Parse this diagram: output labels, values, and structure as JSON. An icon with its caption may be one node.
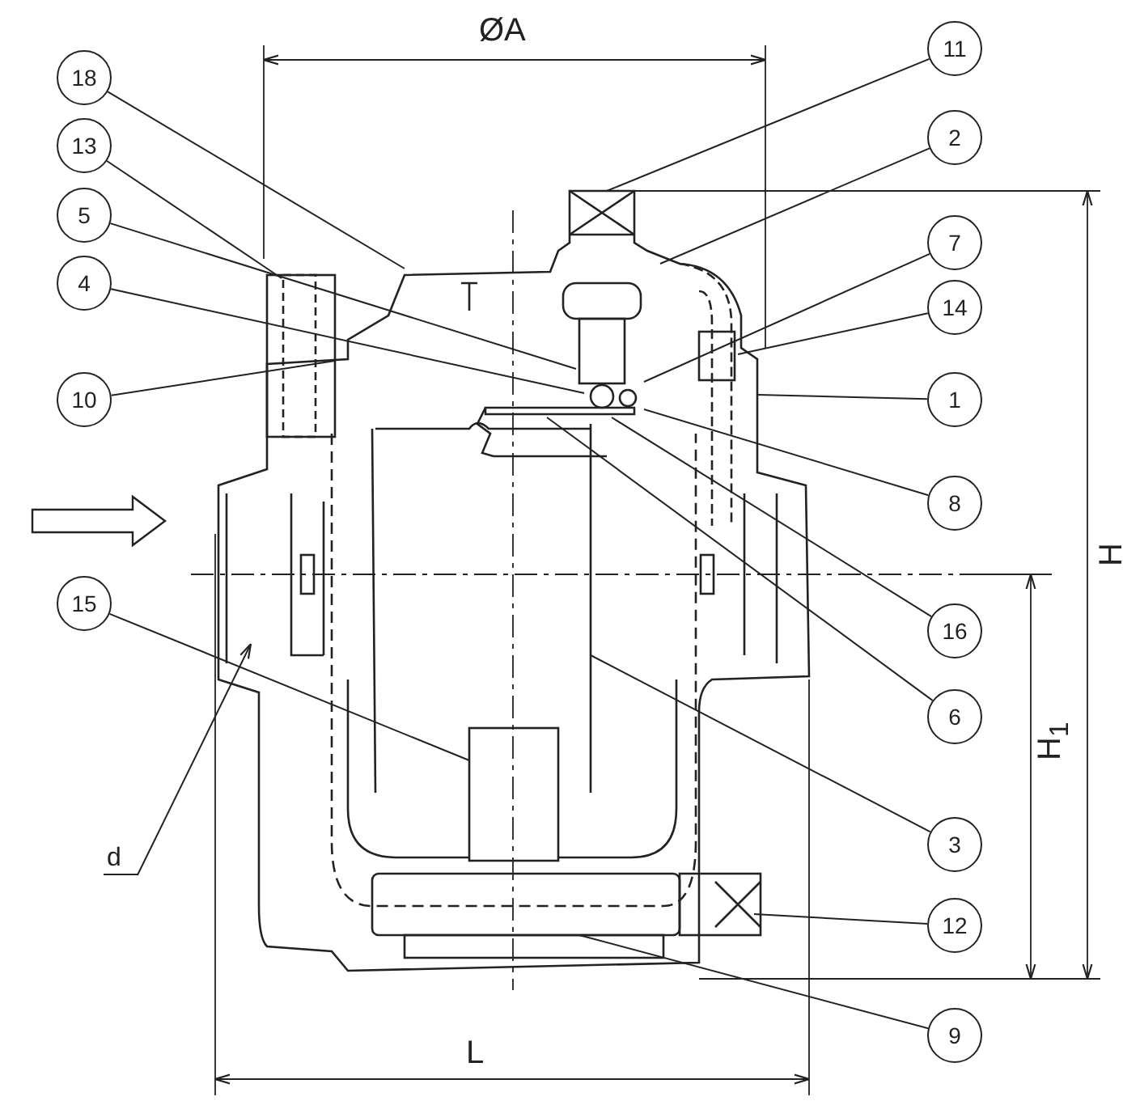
{
  "diagram": {
    "nodes": [
      {
        "text": [
          "11"
        ]
      },
      {
        "text": [
          "18"
        ]
      },
      {
        "text": [
          "2"
        ]
      },
      {
        "text": [
          "13"
        ]
      },
      {
        "text": [
          "5"
        ]
      },
      {
        "text": [
          "7"
        ]
      },
      {
        "text": [
          "4"
        ]
      },
      {
        "text": [
          "14"
        ]
      },
      {
        "text": [
          "10"
        ]
      },
      {
        "text": [
          "1"
        ]
      },
      {
        "text": [
          "8"
        ]
      },
      {
        "text": [
          "15"
        ]
      },
      {
        "text": [
          "16"
        ]
      },
      {
        "text": [
          "6"
        ]
      },
      {
        "text": [
          "3"
        ]
      },
      {
        "text": [
          "d"
        ]
      },
      {
        "text": [
          "12"
        ]
      },
      {
        "text": [
          "9"
        ]
      }
    ],
    "edges": [
      {
        "from": 0,
        "to": null,
        "arrow": "none"
      },
      {
        "from": 1,
        "to": null,
        "arrow": "none"
      },
      {
        "from": 2,
        "to": null,
        "arrow": "none"
      },
      {
        "from": 3,
        "to": null,
        "arrow": "none"
      },
      {
        "from": 4,
        "to": null,
        "arrow": "none"
      },
      {
        "from": 5,
        "to": null,
        "arrow": "none"
      },
      {
        "from": 6,
        "to": null,
        "arrow": "none"
      },
      {
        "from": 7,
        "to": null,
        "arrow": "none"
      },
      {
        "from": 8,
        "to": null,
        "arrow": "none"
      },
      {
        "from": 9,
        "to": null,
        "arrow": "none"
      },
      {
        "from": 10,
        "to": null,
        "arrow": "none"
      },
      {
        "from": 11,
        "to": null,
        "arrow": "none"
      },
      {
        "from": 12,
        "to": null,
        "arrow": "none"
      },
      {
        "from": 13,
        "to": null,
        "arrow": "none"
      },
      {
        "from": 14,
        "to": null,
        "arrow": "none"
      },
      {
        "from": 15,
        "to": null,
        "arrow": "to"
      },
      {
        "from": 16,
        "to": null,
        "arrow": "none"
      },
      {
        "from": 17,
        "to": null,
        "arrow": "none"
      }
    ],
    "labels": [
      "ØA",
      "H",
      "H$_{1}$",
      "L"
    ]
  }
}
